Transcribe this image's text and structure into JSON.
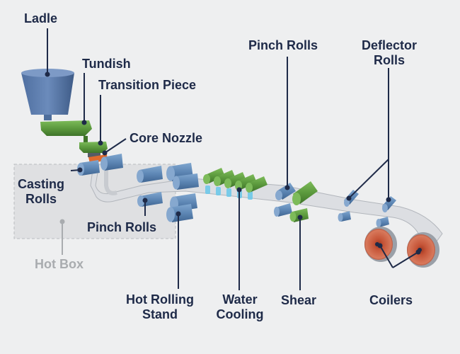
{
  "colors": {
    "background": "#eeeff0",
    "label_text": "#1e2a48",
    "hot_box_text": "#a9acaf",
    "leader_line": "#1e2a48",
    "roll_blue": "#5d86b4",
    "roll_green": "#5c9a3e",
    "strip_gray": "#dcdee2",
    "coiler_copper": "#c86a4e",
    "water_spray": "#6fc9ea"
  },
  "labels": {
    "ladle": "Ladle",
    "tundish": "Tundish",
    "transition_piece": "Transition Piece",
    "core_nozzle": "Core Nozzle",
    "casting_rolls": {
      "line1": "Casting",
      "line2": "Rolls"
    },
    "pinch_rolls_lower": "Pinch Rolls",
    "hot_box": "Hot Box",
    "hot_rolling_stand": {
      "line1": "Hot Rolling",
      "line2": "Stand"
    },
    "water_cooling": {
      "line1": "Water",
      "line2": "Cooling"
    },
    "pinch_rolls_upper": "Pinch Rolls",
    "shear": "Shear",
    "deflector_rolls": {
      "line1": "Deflector",
      "line2": "Rolls"
    },
    "coilers": "Coilers"
  },
  "icons": {
    "ladle": "ladle-vessel-icon",
    "tundish": "tundish-trough-icon",
    "coiler": "coiler-drum-icon"
  }
}
